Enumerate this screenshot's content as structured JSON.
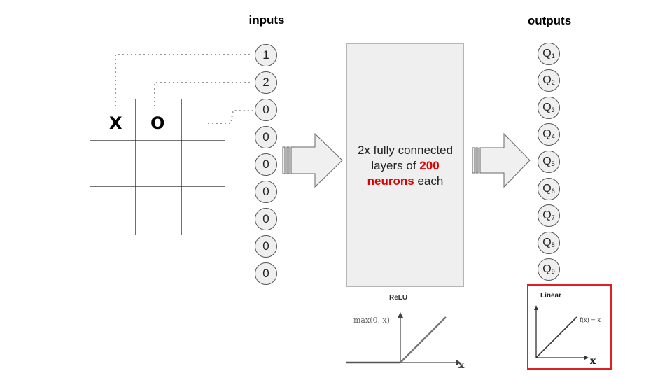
{
  "titles": {
    "inputs": "inputs",
    "outputs": "outputs"
  },
  "board": {
    "marks": [
      "X",
      "O"
    ]
  },
  "inputs": [
    "1",
    "2",
    "0",
    "0",
    "0",
    "0",
    "0",
    "0",
    "0"
  ],
  "outputs": [
    {
      "label": "Q",
      "sub": "1"
    },
    {
      "label": "Q",
      "sub": "2"
    },
    {
      "label": "Q",
      "sub": "3"
    },
    {
      "label": "Q",
      "sub": "4"
    },
    {
      "label": "Q",
      "sub": "5"
    },
    {
      "label": "Q",
      "sub": "6"
    },
    {
      "label": "Q",
      "sub": "7"
    },
    {
      "label": "Q",
      "sub": "8"
    },
    {
      "label": "Q",
      "sub": "9"
    }
  ],
  "network": {
    "text_before": "2x fully connected layers of ",
    "highlight": "200 neurons",
    "text_after": " each",
    "highlight_color": "#e00000"
  },
  "relu": {
    "title": "ReLU",
    "formula": "max(0, x)",
    "axis_label": "x"
  },
  "linear": {
    "title": "Linear",
    "formula": "f(x) = x",
    "axis_label": "x",
    "frame_color": "#e02020"
  }
}
